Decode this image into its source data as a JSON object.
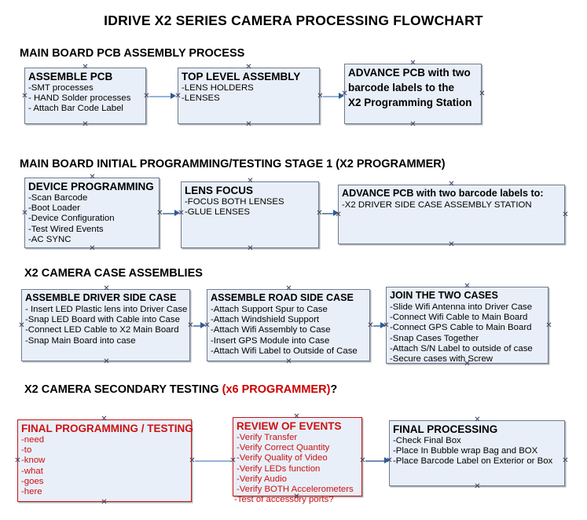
{
  "document": {
    "title": "IDRIVE X2  SERIES CAMERA PROCESSING FLOWCHART"
  },
  "sections": [
    {
      "id": "main-board-pcb-assembly-process",
      "title": "MAIN BOARD PCB ASSEMBLY PROCESS",
      "title_red": "",
      "title_tail": "",
      "boxes": [
        {
          "id": "assemble-pcb",
          "head": "ASSEMBLE PCB",
          "items": [
            "-SMT processes",
            "- HAND Solder processes",
            "- Attach Bar Code Label"
          ]
        },
        {
          "id": "top-level-assembly",
          "head": "TOP LEVEL ASSEMBLY",
          "items": [
            "-LENS HOLDERS",
            "-LENSES"
          ]
        },
        {
          "id": "advance-pcb-programming-station",
          "head": "ADVANCE PCB with two",
          "items": [
            "barcode labels to the",
            " X2 Programming Station"
          ]
        }
      ]
    },
    {
      "id": "main-board-initial-programming",
      "title": "MAIN BOARD INITIAL PROGRAMMING/TESTING STAGE 1 (X2 PROGRAMMER)",
      "title_red": "",
      "title_tail": "",
      "boxes": [
        {
          "id": "device-programming",
          "head": "DEVICE PROGRAMMING",
          "items": [
            "-Scan Barcode",
            "-Boot Loader",
            "-Device Configuration",
            "-Test Wired Events",
            "-AC SYNC"
          ]
        },
        {
          "id": "lens-focus",
          "head": "LENS FOCUS",
          "items": [
            "-FOCUS BOTH LENSES",
            "-GLUE LENSES"
          ]
        },
        {
          "id": "advance-pcb-driver-side-case",
          "head": "ADVANCE PCB with two barcode labels to:",
          "items": [
            "-X2 DRIVER  SIDE  CASE  ASSEMBLY STATION"
          ]
        }
      ]
    },
    {
      "id": "x2-camera-case-assemblies",
      "title": "X2 CAMERA CASE ASSEMBLIES",
      "title_red": "",
      "title_tail": "",
      "boxes": [
        {
          "id": "assemble-driver-side-case",
          "head": "ASSEMBLE DRIVER SIDE CASE",
          "items": [
            "- Insert LED Plastic lens into Driver Case",
            "-Snap LED Board with Cable into Case",
            "-Connect LED Cable to X2 Main Board",
            "-Snap Main Board into case"
          ]
        },
        {
          "id": "assemble-road-side-case",
          "head": "ASSEMBLE ROAD SIDE CASE",
          "items": [
            "-Attach Support Spur to Case",
            "-Attach Windshield Support",
            "-Attach Wifi Assembly to Case",
            "-Insert GPS Module into Case",
            "-Attach Wifi Label to Outside of Case"
          ]
        },
        {
          "id": "join-the-two-cases",
          "head": "JOIN THE TWO CASES",
          "items": [
            "-Slide Wifi Antenna into Driver Case",
            "-Connect Wifi Cable to Main Board",
            "-Connect GPS Cable to Main Board",
            "-Snap Cases Together",
            "-Attach S/N Label to outside of case",
            "-Secure cases with Screw"
          ]
        }
      ]
    },
    {
      "id": "x2-camera-secondary-testing",
      "title": "X2 CAMERA SECONDARY TESTING ",
      "title_red": "(x6 PROGRAMMER)",
      "title_tail": "?",
      "boxes": [
        {
          "id": "final-programming-testing",
          "head": "FINAL PROGRAMMING / TESTING",
          "items": [
            "-need",
            "-to",
            "-know",
            "-what",
            "-goes",
            "-here"
          ]
        },
        {
          "id": "review-of-events",
          "head": "REVIEW OF EVENTS",
          "items": [
            "-Verify Transfer",
            "-Verify Correct Quantity",
            "-Verify Quality of Video",
            "-Verify LEDs function",
            "-Verify Audio",
            "-Verify BOTH Accelerometers",
            "-Test of accessory ports?"
          ]
        },
        {
          "id": "final-processing",
          "head": "FINAL PROCESSING",
          "items": [
            "-Check Final Box",
            "-Place In Bubble wrap Bag and BOX",
            "-Place Barcode Label on Exterior or Box"
          ]
        }
      ]
    }
  ],
  "colors": {
    "box_fill": "#e9eff8",
    "box_border": "#6f7a8c",
    "red_accent": "#cc1111",
    "connector": "#95b3d7",
    "arrow": "#2a5b9c"
  }
}
